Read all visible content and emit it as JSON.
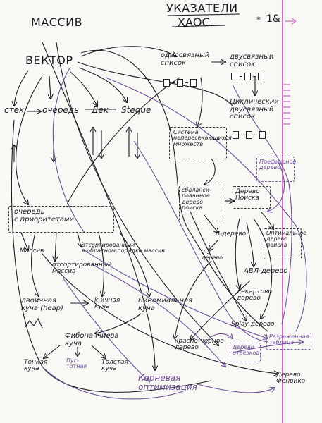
{
  "header": {
    "title": "УКАЗАТЕЛИ",
    "struck_word": "ХАОС",
    "page_mark": "1&"
  },
  "nodes": {
    "arrays": "МАССИВ",
    "vector": "ВЕКТОР",
    "stack": "стек",
    "queue": "очередь",
    "deque": "Дек",
    "steque": "Steque",
    "singly_list": "односвязный\nсписок",
    "doubly_list": "двусвязный\nсписок",
    "cyclic_list": "Циклический\nдвусвязный\nсписок",
    "disjoint_sets": "Система\nнепересекающихся\nмножеств",
    "prefix_tree": "Префиксное\nдерево",
    "balanced_bst": "сбаланси-\nрованное\nдерево\nпоиска",
    "bst": "Дерево\nПоиска",
    "priority_queue": "очередь\nс приоритетами",
    "array_small": "Массив",
    "sorted_reverse": "отсортированный\nв обратном порядке массив",
    "sorted_array": "отсортированный\nмассив",
    "b_tree": "В-дерево",
    "tree_23": "2-3\nдерево",
    "optimal_bst": "Оптимальное\nдерево\nпоиска",
    "avl_tree": "АВЛ-дерево",
    "cartesian_tree": "декартово\nдерево",
    "splay_tree": "Splay-дерево",
    "binary_heap": "двоичная\nкуча (heap)",
    "k_heap": "k-ичная\nкуча",
    "binomial_heap": "Биномиальная\nкуча",
    "red_black": "красно-чёрное\nдерево",
    "segment_tree": "Дерево\nотрезков",
    "sparse_table": "Разреженная\nтаблица",
    "fibonacci_heap": "Фибоначчиева\nкуча",
    "thin_heap": "Тонкая\nкуча",
    "hollow_heap": "Пус-\nтотная",
    "thick_heap": "Толстая\nкуча",
    "sqrt_opt": "Корневая\nоптимизация",
    "fenwick_tree": "Дерево\nФенвика"
  },
  "colors": {
    "ink": "#1b1b24",
    "purple": "#6e4e9c",
    "pink": "#c04ab0",
    "margin": "#d86cc4",
    "paper": "#f8f8f5"
  }
}
